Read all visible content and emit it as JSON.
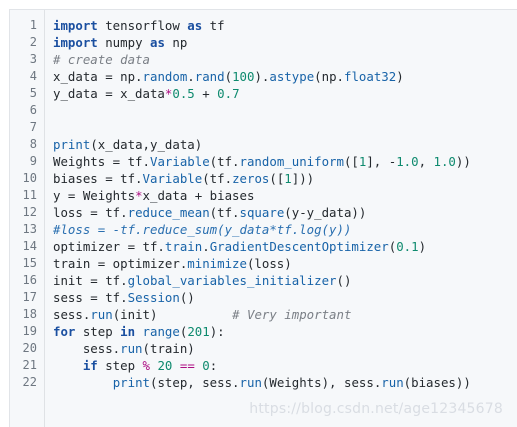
{
  "editor": {
    "lines": [
      {
        "n": "1",
        "tokens": [
          {
            "t": "import",
            "c": "kw"
          },
          {
            "t": " tensorflow ",
            "c": ""
          },
          {
            "t": "as",
            "c": "kw"
          },
          {
            "t": " tf",
            "c": ""
          }
        ]
      },
      {
        "n": "2",
        "tokens": [
          {
            "t": "import",
            "c": "kw"
          },
          {
            "t": " numpy ",
            "c": ""
          },
          {
            "t": "as",
            "c": "kw"
          },
          {
            "t": " np",
            "c": ""
          }
        ]
      },
      {
        "n": "3",
        "tokens": [
          {
            "t": "# create data",
            "c": "cm"
          }
        ]
      },
      {
        "n": "4",
        "tokens": [
          {
            "t": "x_data = np.",
            "c": ""
          },
          {
            "t": "random",
            "c": "fn"
          },
          {
            "t": ".",
            "c": ""
          },
          {
            "t": "rand",
            "c": "fn"
          },
          {
            "t": "(",
            "c": ""
          },
          {
            "t": "100",
            "c": "num"
          },
          {
            "t": ").",
            "c": ""
          },
          {
            "t": "astype",
            "c": "fn"
          },
          {
            "t": "(np.",
            "c": ""
          },
          {
            "t": "float32",
            "c": "fn"
          },
          {
            "t": ")",
            "c": ""
          }
        ]
      },
      {
        "n": "5",
        "tokens": [
          {
            "t": "y_data = x_data",
            "c": ""
          },
          {
            "t": "*",
            "c": "op"
          },
          {
            "t": "0.5",
            "c": "num"
          },
          {
            "t": " + ",
            "c": ""
          },
          {
            "t": "0.7",
            "c": "num"
          }
        ]
      },
      {
        "n": "6",
        "tokens": []
      },
      {
        "n": "7",
        "tokens": []
      },
      {
        "n": "8",
        "tokens": [
          {
            "t": "print",
            "c": "fn"
          },
          {
            "t": "(x_data,y_data)",
            "c": ""
          }
        ]
      },
      {
        "n": "9",
        "tokens": [
          {
            "t": "Weights = tf.",
            "c": ""
          },
          {
            "t": "Variable",
            "c": "fn"
          },
          {
            "t": "(tf.",
            "c": ""
          },
          {
            "t": "random_uniform",
            "c": "fn"
          },
          {
            "t": "([",
            "c": ""
          },
          {
            "t": "1",
            "c": "num"
          },
          {
            "t": "], -",
            "c": ""
          },
          {
            "t": "1.0",
            "c": "num"
          },
          {
            "t": ", ",
            "c": ""
          },
          {
            "t": "1.0",
            "c": "num"
          },
          {
            "t": "))",
            "c": ""
          }
        ]
      },
      {
        "n": "10",
        "tokens": [
          {
            "t": "biases = tf.",
            "c": ""
          },
          {
            "t": "Variable",
            "c": "fn"
          },
          {
            "t": "(tf.",
            "c": ""
          },
          {
            "t": "zeros",
            "c": "fn"
          },
          {
            "t": "([",
            "c": ""
          },
          {
            "t": "1",
            "c": "num"
          },
          {
            "t": "]))",
            "c": ""
          }
        ]
      },
      {
        "n": "11",
        "tokens": [
          {
            "t": "y = Weights",
            "c": ""
          },
          {
            "t": "*",
            "c": "op"
          },
          {
            "t": "x_data + biases",
            "c": ""
          }
        ]
      },
      {
        "n": "12",
        "tokens": [
          {
            "t": "loss = tf.",
            "c": ""
          },
          {
            "t": "reduce_mean",
            "c": "fn"
          },
          {
            "t": "(tf.",
            "c": ""
          },
          {
            "t": "square",
            "c": "fn"
          },
          {
            "t": "(y-y_data))",
            "c": ""
          }
        ]
      },
      {
        "n": "13",
        "tokens": [
          {
            "t": "#loss = -tf.reduce_sum(y_data*tf.log(y))",
            "c": "cm-blue"
          }
        ]
      },
      {
        "n": "14",
        "tokens": [
          {
            "t": "optimizer = tf.",
            "c": ""
          },
          {
            "t": "train",
            "c": "fn"
          },
          {
            "t": ".",
            "c": ""
          },
          {
            "t": "GradientDescentOptimizer",
            "c": "fn"
          },
          {
            "t": "(",
            "c": ""
          },
          {
            "t": "0.1",
            "c": "num"
          },
          {
            "t": ")",
            "c": ""
          }
        ]
      },
      {
        "n": "15",
        "tokens": [
          {
            "t": "train = optimizer.",
            "c": ""
          },
          {
            "t": "minimize",
            "c": "fn"
          },
          {
            "t": "(loss)",
            "c": ""
          }
        ]
      },
      {
        "n": "16",
        "tokens": [
          {
            "t": "init = tf.",
            "c": ""
          },
          {
            "t": "global_variables_initializer",
            "c": "fn"
          },
          {
            "t": "()",
            "c": ""
          }
        ]
      },
      {
        "n": "17",
        "tokens": [
          {
            "t": "sess = tf.",
            "c": ""
          },
          {
            "t": "Session",
            "c": "fn"
          },
          {
            "t": "()",
            "c": ""
          }
        ]
      },
      {
        "n": "18",
        "tokens": [
          {
            "t": "sess.",
            "c": ""
          },
          {
            "t": "run",
            "c": "fn"
          },
          {
            "t": "(init)          ",
            "c": ""
          },
          {
            "t": "# Very important",
            "c": "cm"
          }
        ]
      },
      {
        "n": "19",
        "tokens": [
          {
            "t": "for",
            "c": "kw"
          },
          {
            "t": " step ",
            "c": ""
          },
          {
            "t": "in",
            "c": "kw"
          },
          {
            "t": " ",
            "c": ""
          },
          {
            "t": "range",
            "c": "fn"
          },
          {
            "t": "(",
            "c": ""
          },
          {
            "t": "201",
            "c": "num"
          },
          {
            "t": "):",
            "c": ""
          }
        ]
      },
      {
        "n": "20",
        "tokens": [
          {
            "t": "    sess.",
            "c": ""
          },
          {
            "t": "run",
            "c": "fn"
          },
          {
            "t": "(train)",
            "c": ""
          }
        ]
      },
      {
        "n": "21",
        "tokens": [
          {
            "t": "    ",
            "c": ""
          },
          {
            "t": "if",
            "c": "kw"
          },
          {
            "t": " step ",
            "c": ""
          },
          {
            "t": "%",
            "c": "op"
          },
          {
            "t": " ",
            "c": ""
          },
          {
            "t": "20",
            "c": "num"
          },
          {
            "t": " ",
            "c": ""
          },
          {
            "t": "==",
            "c": "op"
          },
          {
            "t": " ",
            "c": ""
          },
          {
            "t": "0",
            "c": "num"
          },
          {
            "t": ":",
            "c": ""
          }
        ]
      },
      {
        "n": "22",
        "tokens": [
          {
            "t": "        ",
            "c": ""
          },
          {
            "t": "print",
            "c": "fn"
          },
          {
            "t": "(step, sess.",
            "c": ""
          },
          {
            "t": "run",
            "c": "fn"
          },
          {
            "t": "(Weights), sess.",
            "c": ""
          },
          {
            "t": "run",
            "c": "fn"
          },
          {
            "t": "(biases))",
            "c": ""
          }
        ]
      }
    ]
  },
  "watermark": "https://blog.csdn.net/age12345678",
  "colors": {
    "background": "#f6f8fa",
    "keyword": "#1a4fa0",
    "function": "#1863a8",
    "number": "#0e8a6e",
    "operator": "#ad0c82",
    "comment": "#7a7f86"
  }
}
